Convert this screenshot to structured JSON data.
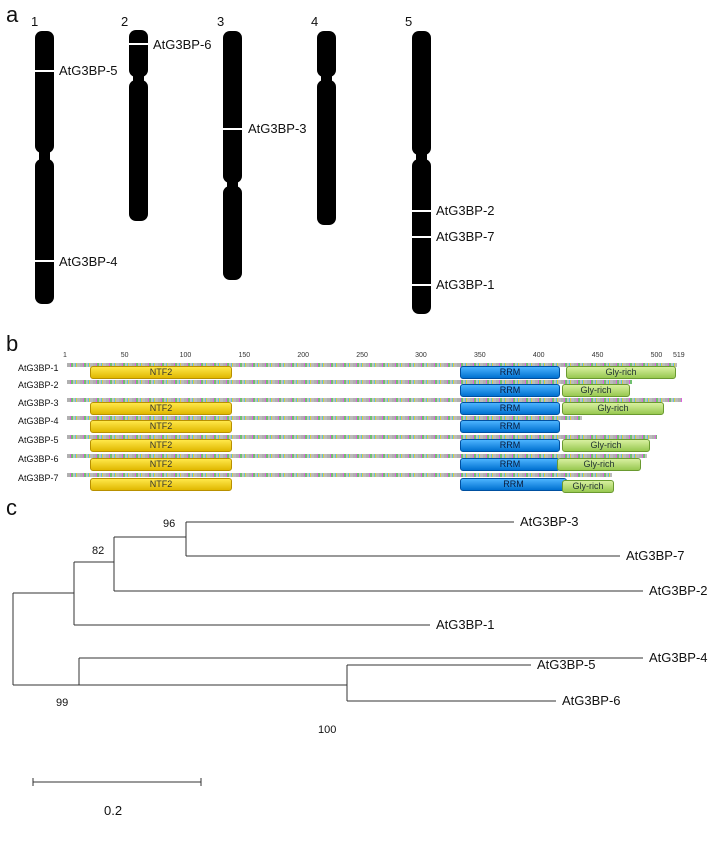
{
  "panels": {
    "a": "a",
    "b": "b",
    "c": "c"
  },
  "chromosomes": [
    "1",
    "2",
    "3",
    "4",
    "5"
  ],
  "loci": {
    "g5": "AtG3BP-5",
    "g4": "AtG3BP-4",
    "g6": "AtG3BP-6",
    "g3": "AtG3BP-3",
    "g2": "AtG3BP-2",
    "g7": "AtG3BP-7",
    "g1": "AtG3BP-1"
  },
  "proteins": [
    "AtG3BP-1",
    "AtG3BP-2",
    "AtG3BP-3",
    "AtG3BP-4",
    "AtG3BP-5",
    "AtG3BP-6",
    "AtG3BP-7"
  ],
  "ruler_ticks": [
    "1",
    "50",
    "100",
    "150",
    "200",
    "250",
    "300",
    "350",
    "400",
    "450",
    "500",
    "519"
  ],
  "domains": {
    "ntf2": "NTF2",
    "rrm": "RRM",
    "gly": "Gly-rich"
  },
  "tree": {
    "leaves": {
      "l3": "AtG3BP-3",
      "l7": "AtG3BP-7",
      "l2": "AtG3BP-2",
      "l1": "AtG3BP-1",
      "l4": "AtG3BP-4",
      "l5": "AtG3BP-5",
      "l6": "AtG3BP-6"
    },
    "bootstrap": {
      "b96": "96",
      "b82": "82",
      "b99": "99",
      "b100": "100"
    },
    "scale": "0.2"
  }
}
